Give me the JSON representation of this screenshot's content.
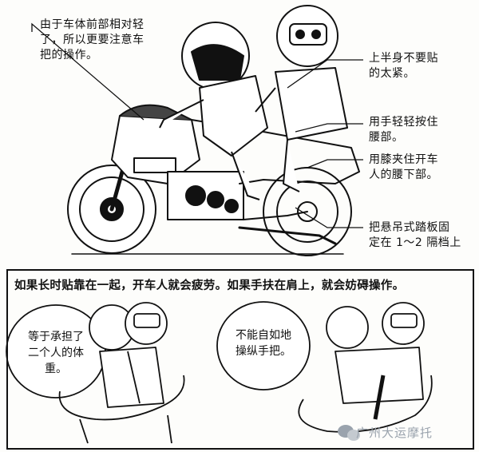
{
  "top_labels": {
    "front_note": "由于车体前部相对轻\n了，所以更要注意车\n把的操作。",
    "upper_body": "上半身不要贴\n的太紧。",
    "hands": "用手轻轻按住\n腰部。",
    "knees": "用膝夹住开车\n人的腰下部。",
    "footrest": "把悬吊式踏板固\n定在 1～2 隔档上"
  },
  "bottom_panel": {
    "caption": "如果长时贴靠在一起，开车人就会疲劳。如果手扶在肩上，就会妨碍操作。",
    "bubble_left": "等于承担了\n二个人的体\n重。",
    "bubble_right": "不能自如地\n操纵手把。"
  },
  "watermark": "广州大运摩托",
  "icons": [
    "motorcycle-illustration",
    "rider-icon",
    "passenger-icon",
    "wechat-icon"
  ],
  "colors": {
    "ink": "#111111",
    "paper": "#fdfdfb",
    "watermark": "#9aa3ad"
  }
}
